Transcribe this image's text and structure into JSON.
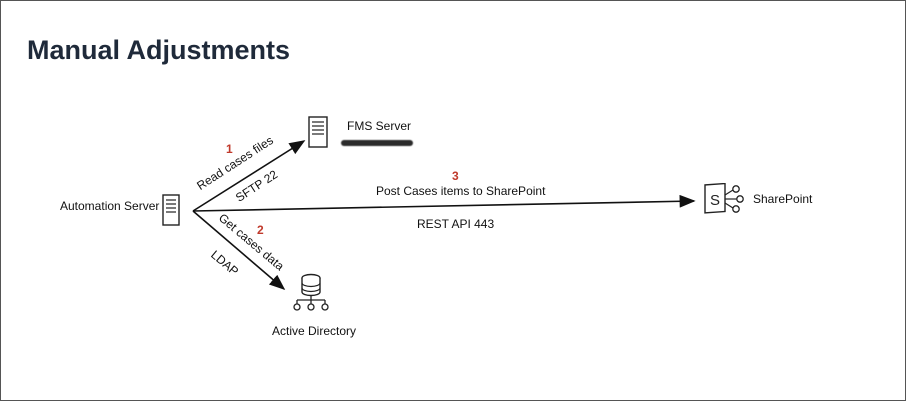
{
  "title": "Manual Adjustments",
  "nodes": {
    "automation_server": "Automation Server",
    "fms_server": "FMS Server",
    "sharepoint": "SharePoint",
    "active_directory": "Active Directory"
  },
  "edges": {
    "to_fms": {
      "step": "1",
      "action": "Read cases files",
      "protocol": "SFTP 22"
    },
    "to_sharepoint": {
      "step": "3",
      "action": "Post Cases items to SharePoint",
      "protocol": "REST API 443"
    },
    "to_ad": {
      "step": "2",
      "action": "Get cases data",
      "protocol": "LDAP"
    }
  },
  "colors": {
    "title": "#1f2a3a",
    "step_number": "#c0392b",
    "line": "#111111"
  },
  "icons": {
    "automation_server": "server-icon",
    "fms_server": "server-icon",
    "sharepoint": "sharepoint-icon",
    "active_directory": "database-icon"
  }
}
